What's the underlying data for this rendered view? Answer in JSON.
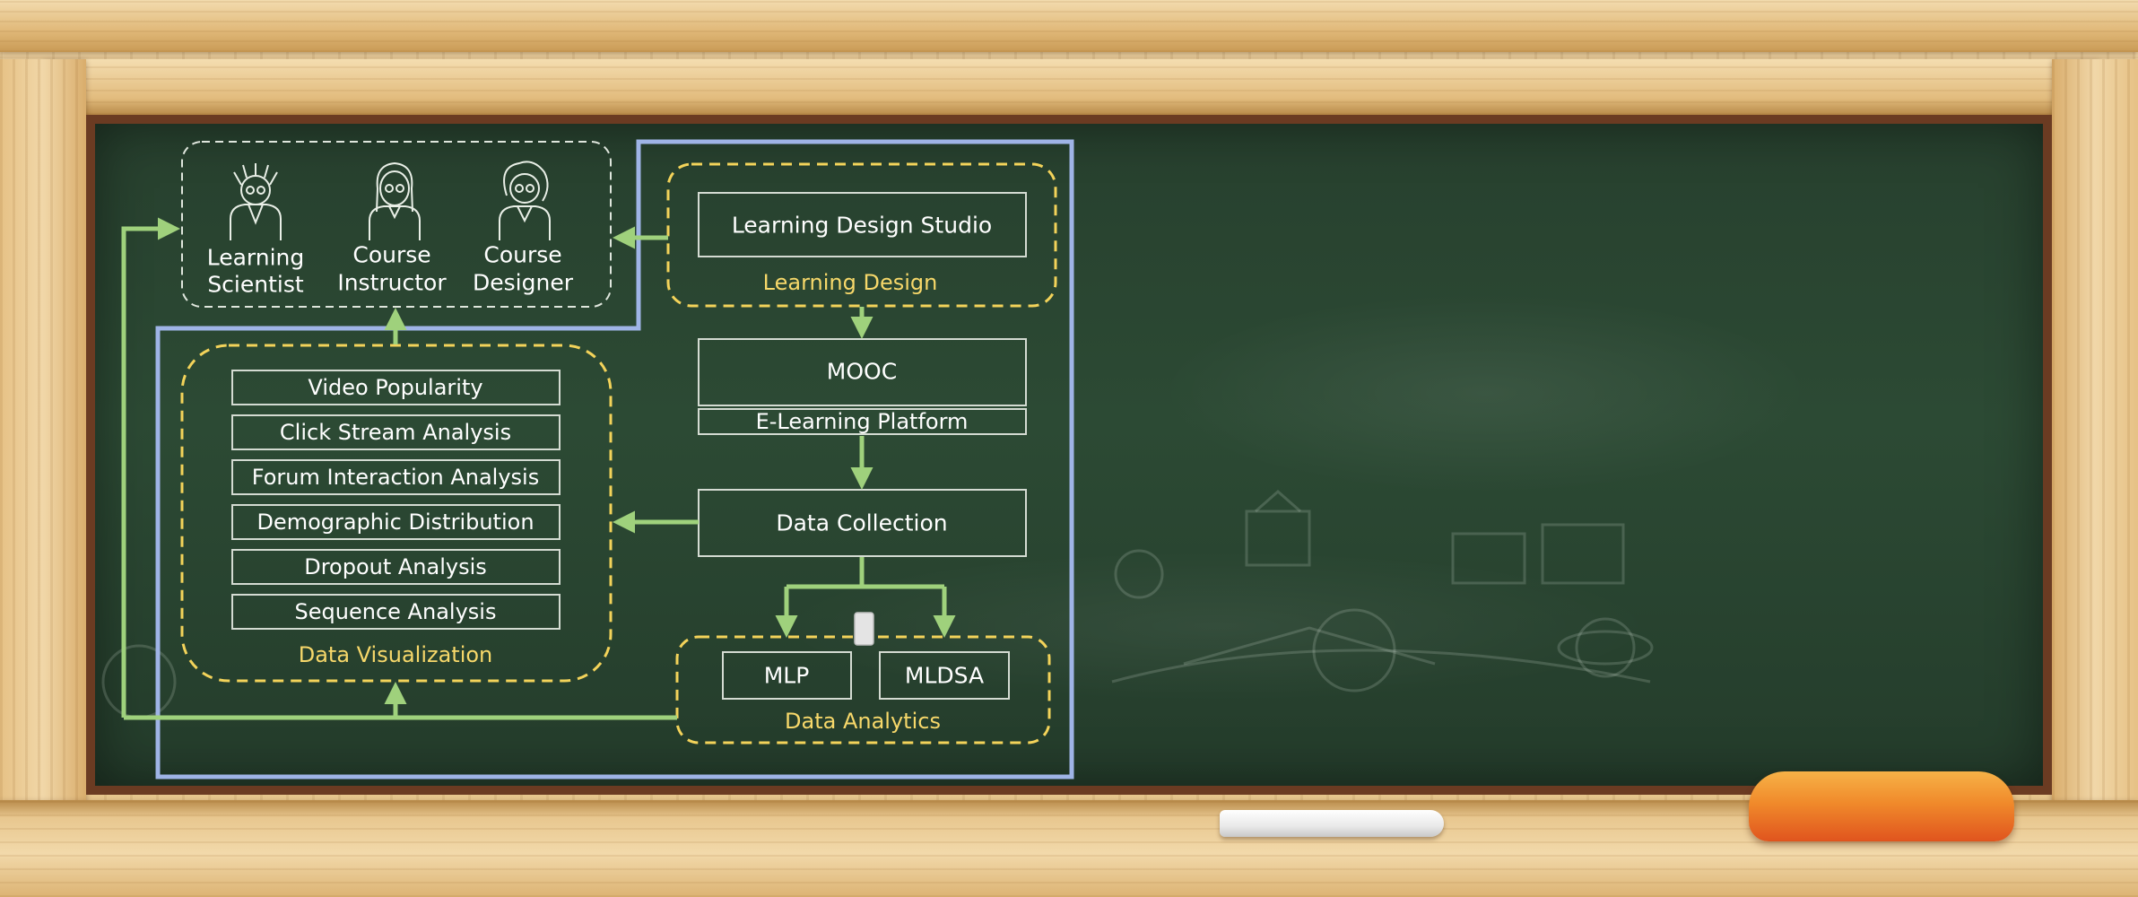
{
  "people": [
    {
      "line1": "Learning",
      "line2": "Scientist",
      "icon": "scientist-icon"
    },
    {
      "line1": "Course",
      "line2": "Instructor",
      "icon": "instructor-icon"
    },
    {
      "line1": "Course",
      "line2": "Designer",
      "icon": "designer-icon"
    }
  ],
  "learning_design": {
    "studio": "Learning Design Studio",
    "caption": "Learning Design"
  },
  "platform": {
    "mooc": "MOOC",
    "elearning": "E-Learning Platform"
  },
  "data_collection": "Data Collection",
  "visualization": {
    "items": [
      "Video Popularity",
      "Click Stream Analysis",
      "Forum Interaction Analysis",
      "Demographic Distribution",
      "Dropout Analysis",
      "Sequence Analysis"
    ],
    "caption": "Data Visualization"
  },
  "analytics": {
    "mlp": "MLP",
    "mldsa": "MLDSA",
    "caption": "Data Analytics"
  },
  "colors": {
    "board": "#2c4a34",
    "arrow": "#9fd17c",
    "caption": "#f7d86a",
    "frame_outline": "#9fb4e6"
  }
}
